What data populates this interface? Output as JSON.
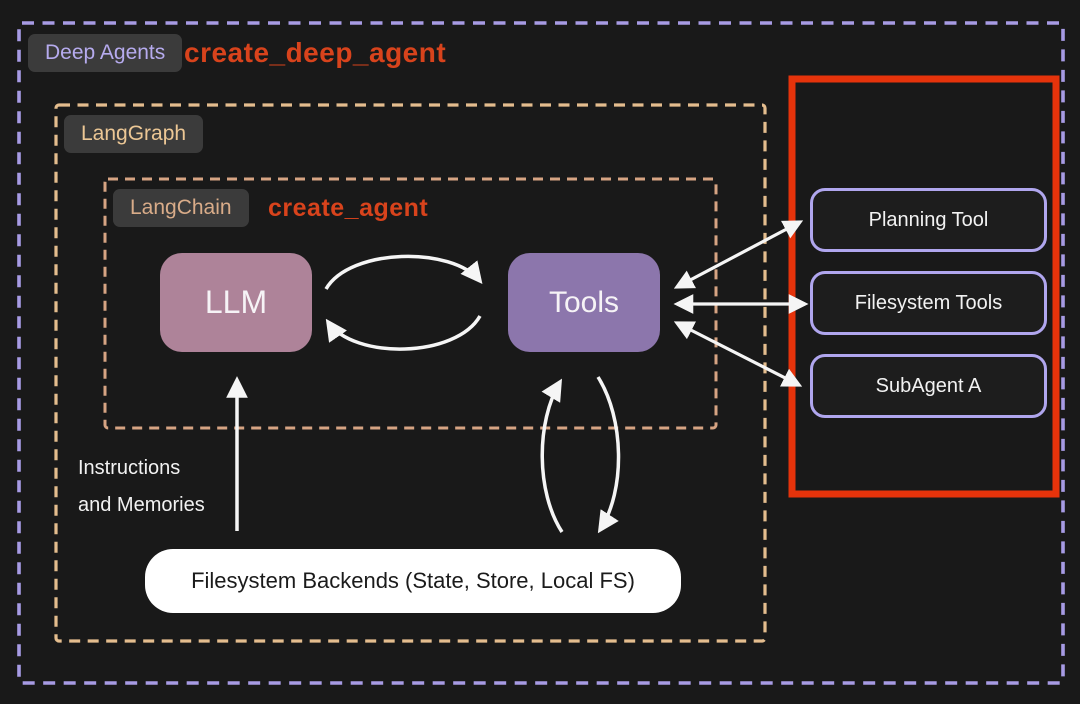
{
  "diagram": {
    "outer_group": {
      "badge": "Deep Agents",
      "title": "create_deep_agent",
      "border_color": "#a79be4",
      "badge_text_color": "#b6abee",
      "title_color": "#d8431c"
    },
    "langgraph_group": {
      "badge": "LangGraph",
      "border_color": "#e4bd8e",
      "badge_text_color": "#ecc795"
    },
    "langchain_group": {
      "badge": "LangChain",
      "title": "create_agent",
      "border_color": "#d6a483",
      "badge_text_color": "#d9ac89",
      "title_color": "#d8431c"
    },
    "nodes": {
      "llm": {
        "label": "LLM",
        "bg_color": "#ae8399"
      },
      "tools": {
        "label": "Tools",
        "bg_color": "#8c76ac"
      }
    },
    "annotations": {
      "instructions_line1": "Instructions",
      "instructions_line2": "and Memories"
    },
    "filesystem_backends": {
      "label": "Filesystem Backends (State, Store, Local FS)",
      "bg_color": "#ffffff"
    },
    "toolbox": {
      "border_color": "#e5330b",
      "item_border_color": "#b0a6ee",
      "items": [
        {
          "label": "Planning Tool"
        },
        {
          "label": "Filesystem Tools"
        },
        {
          "label": "SubAgent A"
        }
      ]
    },
    "arrow_color": "#f5f5f5"
  }
}
